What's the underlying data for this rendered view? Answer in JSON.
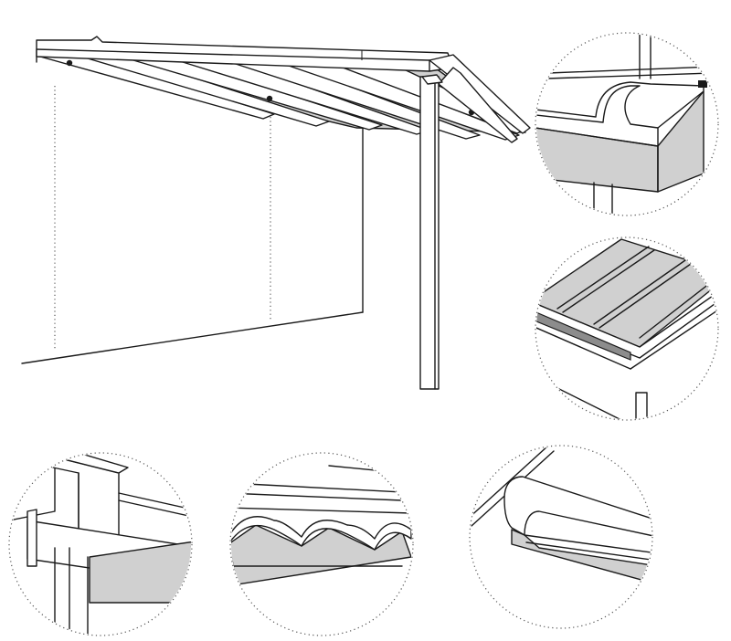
{
  "illustration": {
    "main_view": "veranda-overview",
    "detail_views": [
      "gutter-profile-detail",
      "roof-panel-detail",
      "post-beam-joint-detail",
      "awning-fabric-detail",
      "gutter-end-detail"
    ]
  },
  "colors": {
    "line": "#1a1a1a",
    "panel_fill": "#d0d0d0",
    "background": "#ffffff",
    "dotted_outline": "#555555"
  }
}
